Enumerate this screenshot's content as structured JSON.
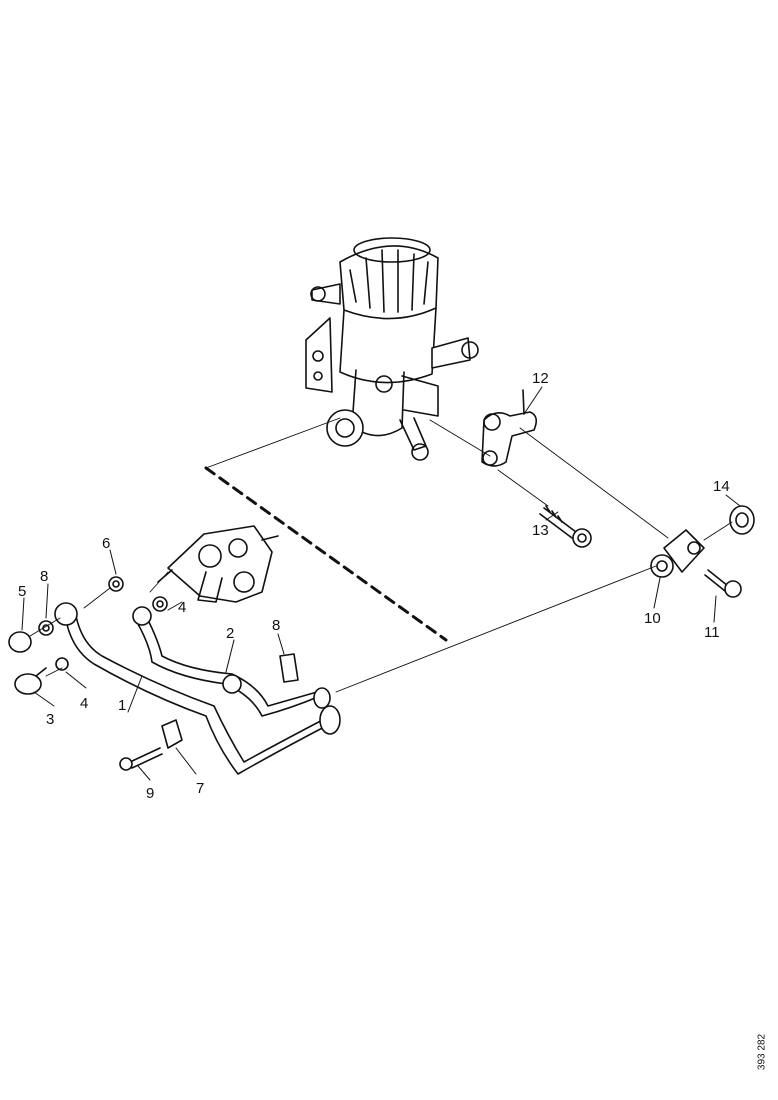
{
  "callouts": {
    "c1": "1",
    "c2": "2",
    "c3": "3",
    "c4a": "4",
    "c4b": "4",
    "c5": "5",
    "c6": "6",
    "c7": "7",
    "c8a": "8",
    "c8b": "8",
    "c9": "9",
    "c10": "10",
    "c11": "11",
    "c12": "12",
    "c13": "13",
    "c14": "14"
  },
  "document_number": "393 282"
}
